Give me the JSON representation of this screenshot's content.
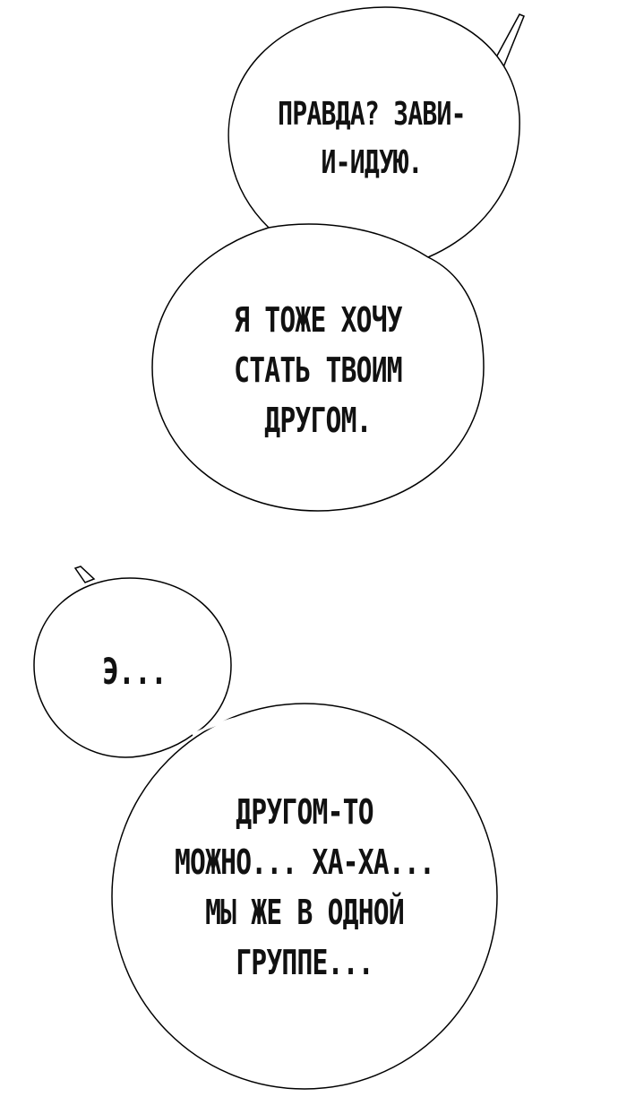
{
  "bubbles": [
    {
      "lines": [
        "ПРАВДА? ЗАВИ-",
        "И-ИДУЮ."
      ]
    },
    {
      "lines": [
        "Я ТОЖЕ ХОЧУ",
        "СТАТЬ ТВОИМ",
        "ДРУГОМ."
      ]
    },
    {
      "lines": [
        "Э..."
      ]
    },
    {
      "lines": [
        "ДРУГОМ-ТО",
        "МОЖНО... ХА-ХА...",
        "МЫ ЖЕ В ОДНОЙ",
        "ГРУППЕ..."
      ]
    }
  ],
  "colors": {
    "background": "#ffffff",
    "bubble_fill": "#ffffff",
    "outline": "#000000",
    "text": "#111111"
  }
}
